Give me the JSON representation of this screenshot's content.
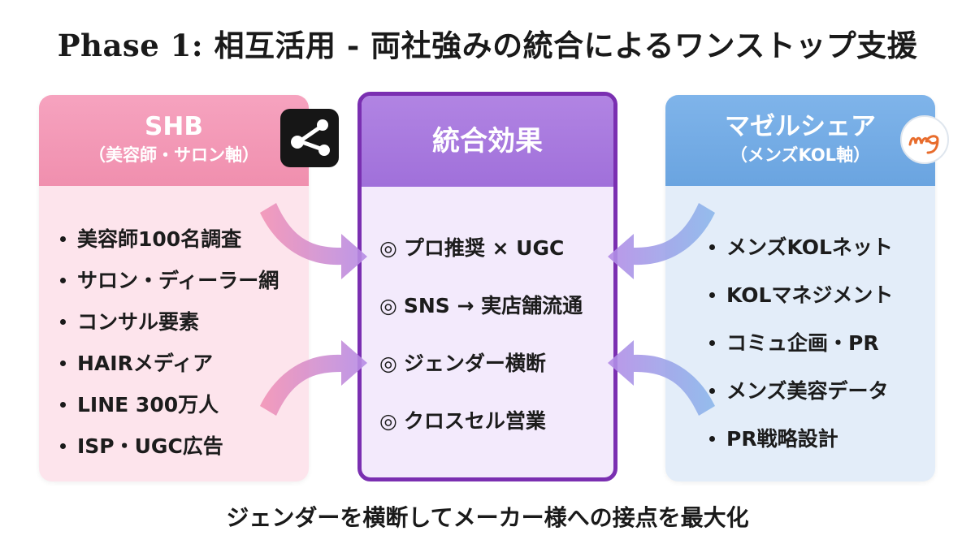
{
  "title": "Phase 1: 相互活用 - 両社強みの統合によるワンストップ支援",
  "left": {
    "name": "SHB",
    "sub": "（美容師・サロン軸）",
    "items": [
      "美容師100名調査",
      "サロン・ディーラー網",
      "コンサル要素",
      "HAIRメディア",
      "LINE 300万人",
      "ISP・UGC広告"
    ]
  },
  "center": {
    "title": "統合効果",
    "marker": "◎",
    "items": [
      "プロ推奨 × UGC",
      "SNS → 実店舗流通",
      "ジェンダー横断",
      "クロスセル営業"
    ]
  },
  "right": {
    "name": "マゼルシェア",
    "sub": "（メンズKOL軸）",
    "items": [
      "メンズKOLネット",
      "KOLマネジメント",
      "コミュ企画・PR",
      "メンズ美容データ",
      "PR戦略設計"
    ]
  },
  "footer": "ジェンダーを横断してメーカー様への接点を最大化",
  "colors": {
    "left_header": "#f08fae",
    "left_body": "#fde4ec",
    "center_header": "#a070da",
    "center_border": "#7a2fb1",
    "center_body": "#f3eafc",
    "right_header": "#6aa4e0",
    "right_body": "#e3edf9"
  },
  "icons": {
    "left_logo": "share-node-icon",
    "right_logo": "mz-logo-icon",
    "arrows": "curved-arrow-icon"
  }
}
